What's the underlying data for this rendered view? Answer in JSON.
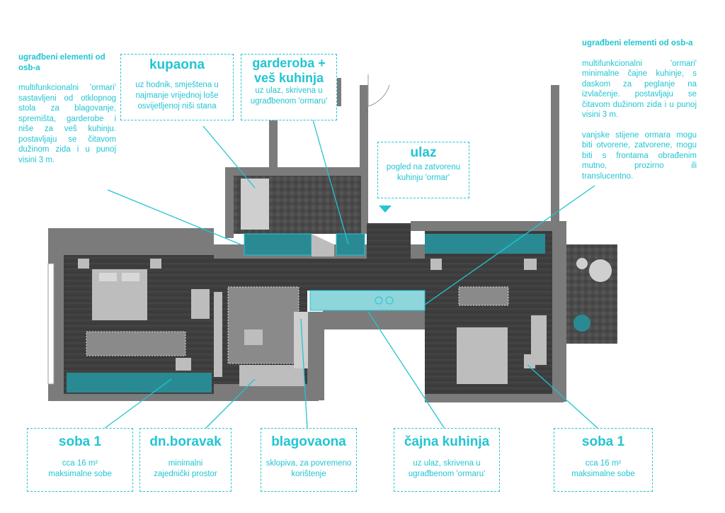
{
  "colors": {
    "accent": "#22c5d3",
    "wall": "#7a7a7a",
    "floor": "#3b3b3b",
    "furniture": "#bdbdbd"
  },
  "left_note": {
    "heading": "ugrađbeni elementi od osb-a",
    "body": "multifunkcionalni 'ormari' sastavljeni od otklopnog stola za blagovanje, spremišta, garderobe i niše za veš kuhinju. postavljaju se čitavom dužinom zida i u punoj visini 3 m."
  },
  "right_note": {
    "heading": "ugrađbeni elementi od osb-a",
    "body": "multifunkcionalni 'ormari' minimalne čajne kuhinje, s daskom za peglanje na izvlačenje. postavljaju se čitavom dužinom zida i u punoj visini 3 m.",
    "body2": "vanjske stijene ormara mogu biti otvorene, zatvorene, mogu biti s frontama obrađenim mutno, prozirno ili translucentno."
  },
  "labels": {
    "kupaona": {
      "title": "kupaona",
      "sub": "uz hodnik, smještena u najmanje vrijednoj loše osvijetljenoj niši stana"
    },
    "garderoba": {
      "title": "garderoba + veš kuhinja",
      "sub": "uz ulaz, skrivena u ugrađbenom 'ormaru'"
    },
    "ulaz": {
      "title": "ulaz",
      "sub": "pogled na zatvorenu kuhinju 'ormar'"
    },
    "soba1_left": {
      "title": "soba 1",
      "sub": "cca 16 m² maksimalne sobe"
    },
    "boravak": {
      "title": "dn.boravak",
      "sub": "minimalni zajednički prostor"
    },
    "blagovaona": {
      "title": "blagovaona",
      "sub": "sklopiva, za povremeno korištenje"
    },
    "cajna": {
      "title": "čajna kuhinja",
      "sub": "uz ulaz, skrivena u ugrađbenom 'ormaru'"
    },
    "soba1_right": {
      "title": "soba 1",
      "sub": "cca 16 m² maksimalne sobe"
    }
  }
}
